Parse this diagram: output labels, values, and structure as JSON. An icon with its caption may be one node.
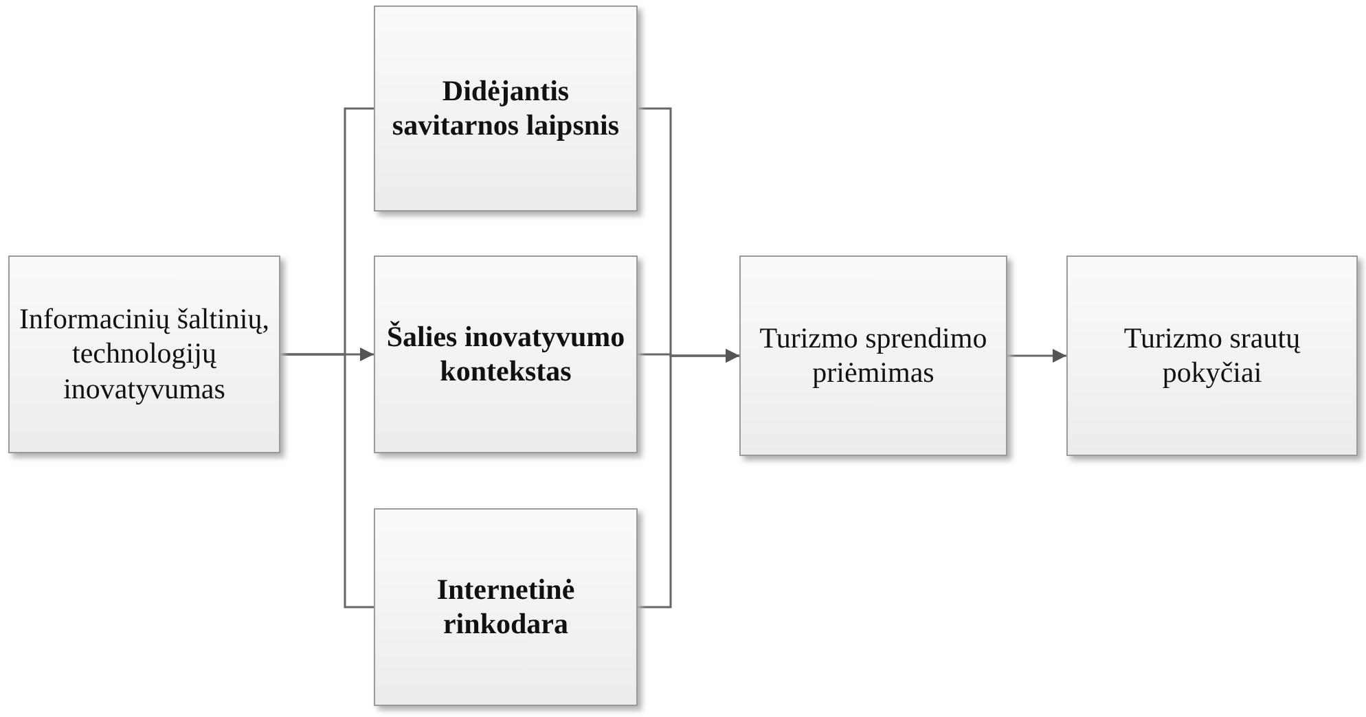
{
  "diagram": {
    "nodes": [
      {
        "text": [
          "Informacinių šaltinių, technologijų inovatyvumas"
        ]
      },
      {
        "text": [
          "Didėjantis savitarnos laipsnis"
        ]
      },
      {
        "text": [
          "Šalies inovatyvumo kontekstas"
        ]
      },
      {
        "text": [
          "Internetinė rinkodara"
        ]
      },
      {
        "text": [
          "Turizmo sprendimo priėmimas"
        ]
      },
      {
        "text": [
          "Turizmo srautų pokyčiai"
        ]
      }
    ],
    "edges": [
      {
        "from": 0,
        "to": 1,
        "arrow": "none"
      },
      {
        "from": 0,
        "to": 2,
        "arrow": "to"
      },
      {
        "from": 0,
        "to": 3,
        "arrow": "none"
      },
      {
        "from": 1,
        "to": 4,
        "arrow": "to"
      },
      {
        "from": 2,
        "to": 4,
        "arrow": "to"
      },
      {
        "from": 3,
        "to": 4,
        "arrow": "to"
      },
      {
        "from": 4,
        "to": 5,
        "arrow": "to"
      }
    ]
  }
}
